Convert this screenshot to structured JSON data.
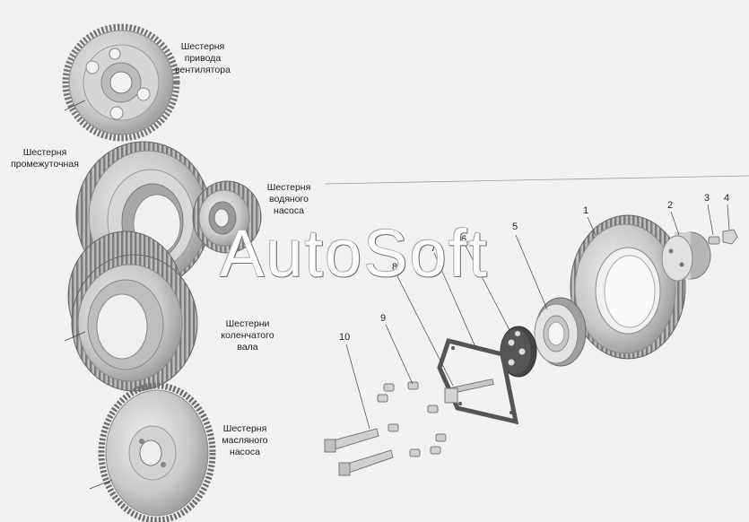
{
  "labels": {
    "fan_gear": "Шестерня\nпривода\nвентилятора",
    "idler_gear": "Шестерня\nпромежуточная",
    "water_pump_gear": "Шестерня\nводяного\nнасоса",
    "crankshaft_gears": "Шестерни\nколенчатого\nвала",
    "oil_pump_gear": "Шестерня\nмасляного\nнасоса"
  },
  "callouts": [
    "1",
    "2",
    "3",
    "4",
    "5",
    "6",
    "7",
    "8",
    "9",
    "10"
  ],
  "watermark": "AutoSoft",
  "colors": {
    "background": "#f2f2f2",
    "metal": "#c8c8c8",
    "metal_dark": "#8a8a8a",
    "gasket": "#555555"
  }
}
